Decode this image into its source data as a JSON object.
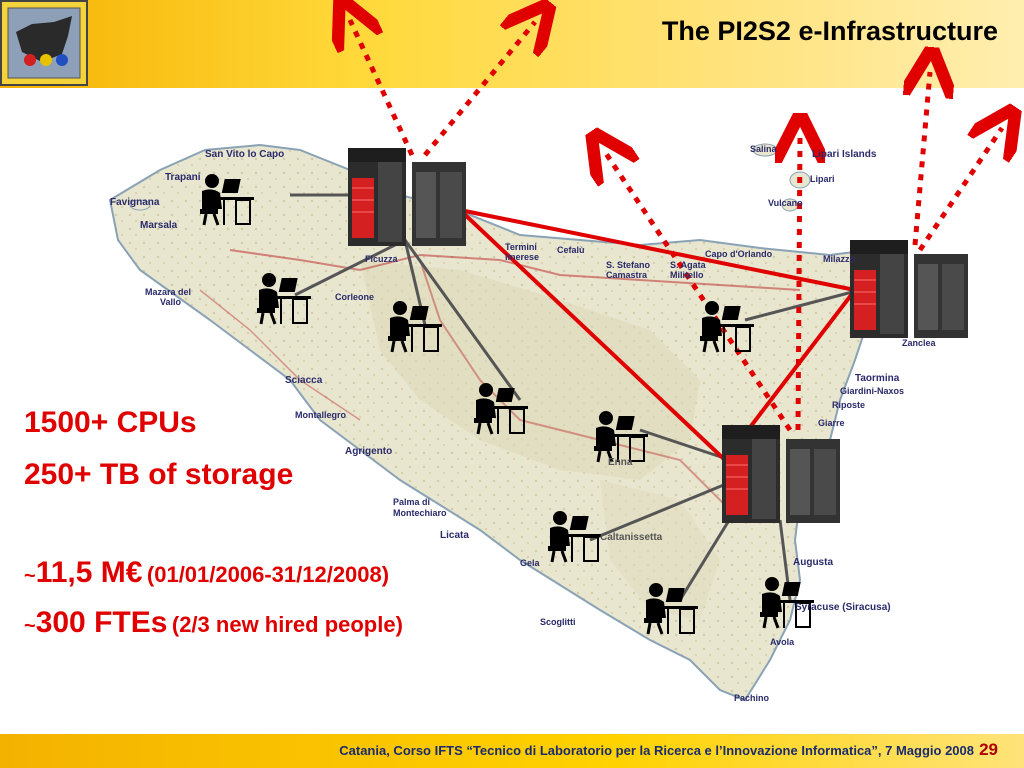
{
  "title": "The PI2S2 e-Infrastructure",
  "stats": {
    "cpus": "1500+ CPUs",
    "storage": "250+ TB of storage",
    "budget_tilde": "~",
    "budget": "11,5 M€",
    "budget_period": "(01/01/2006-31/12/2008)",
    "ftes_tilde": "~",
    "ftes": "300 FTEs",
    "ftes_note": "(2/3 new hired people)"
  },
  "map_labels": {
    "san_vito": "San Vito lo Capo",
    "trapani": "Trapani",
    "favignana": "Favignana",
    "marsala": "Marsala",
    "mazara_1": "Mazara del",
    "mazara_2": "Vallo",
    "sciacca": "Sciacca",
    "montallegro": "Montallegro",
    "agrigento": "Agrigento",
    "palma_1": "Palma di",
    "palma_2": "Montechiaro",
    "licata": "Licata",
    "gela": "Gela",
    "scoglitti": "Scoglitti",
    "ficuzza": "Ficuzza",
    "corleone": "Corleone",
    "termini_1": "Termini",
    "termini_2": "Imerese",
    "cefalu": "Cefalù",
    "stefano_1": "S. Stefano",
    "stefano_2": "Camastra",
    "agata_1": "S. Agata",
    "agata_2": "Militello",
    "capo_orlando": "Capo d'Orlando",
    "salina": "Salina",
    "lipari_islands": "Lipari Islands",
    "lipari": "Lipari",
    "vulcano": "Vulcano",
    "milazzo": "Milazzo",
    "zanclea": "Zanclea",
    "taormina": "Taormina",
    "giardini": "Giardini-Naxos",
    "riposte": "Riposte",
    "giarre": "Giarre",
    "augusta": "Augusta",
    "siracusa": "Syracuse (Siracusa)",
    "avola": "Avola",
    "pachino": "Pachino",
    "enna": "Enna",
    "caltanissetta": "Caltanissetta"
  },
  "footer": {
    "text": "Catania, Corso IFTS “Tecnico di Laboratorio per la Ricerca e l’Innovazione Informatica”, 7 Maggio 2008",
    "page": "29"
  },
  "colors": {
    "accent_red": "#e00000",
    "header_yellow": "#f6b100",
    "footer_text": "#1a2b6e"
  },
  "icons": [
    "server-icon",
    "workstation-user-icon",
    "sicily-logo-icon"
  ]
}
